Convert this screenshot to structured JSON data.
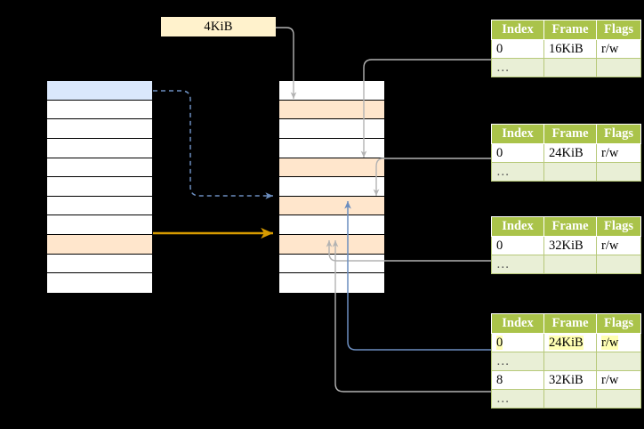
{
  "diagram": {
    "title": "page-table-walk-diagram",
    "colors": {
      "header_green": "#aac34a",
      "row_alt_green": "#e9efd6",
      "highlight_yellow": "#ffffb3",
      "label_cream": "#fff2cc",
      "selected_blue": "#dae8fc",
      "selected_peach": "#ffe6cc",
      "orange_arrow": "#d79b00",
      "blue_arrow": "#6c8ebf",
      "gray_wire": "#b3b3b3"
    }
  },
  "size_label": {
    "text": "4KiB"
  },
  "virtual_memory": {
    "name": "virtual-address-space-column",
    "row_count": 11,
    "rows": [
      {
        "fill": "blue",
        "text": ""
      },
      {
        "fill": "white",
        "text": ""
      },
      {
        "fill": "white",
        "text": ""
      },
      {
        "fill": "white",
        "text": ""
      },
      {
        "fill": "white",
        "text": ""
      },
      {
        "fill": "white",
        "text": ""
      },
      {
        "fill": "white",
        "text": ""
      },
      {
        "fill": "white",
        "text": ""
      },
      {
        "fill": "peach",
        "text": ""
      },
      {
        "fill": "white",
        "text": ""
      },
      {
        "fill": "white",
        "text": ""
      }
    ]
  },
  "physical_memory": {
    "name": "physical-memory-column",
    "row_count": 11,
    "rows": [
      {
        "fill": "white",
        "text": ""
      },
      {
        "fill": "peach",
        "text": ""
      },
      {
        "fill": "white",
        "text": ""
      },
      {
        "fill": "white",
        "text": ""
      },
      {
        "fill": "peach",
        "text": ""
      },
      {
        "fill": "white",
        "text": ""
      },
      {
        "fill": "peach",
        "text": ""
      },
      {
        "fill": "white",
        "text": ""
      },
      {
        "fill": "peach",
        "text": ""
      },
      {
        "fill": "white",
        "text": ""
      },
      {
        "fill": "white",
        "text": ""
      }
    ]
  },
  "page_tables": [
    {
      "name": "page-table-level-1",
      "headers": [
        "Index",
        "Frame",
        "Flags"
      ],
      "rows": [
        {
          "cells": [
            "0",
            "16KiB",
            "r/w"
          ],
          "dots": false,
          "highlight": [
            false,
            false,
            false
          ]
        },
        {
          "cells": [
            "…",
            "",
            ""
          ],
          "dots": true,
          "highlight": [
            false,
            false,
            false
          ]
        }
      ]
    },
    {
      "name": "page-table-level-2",
      "headers": [
        "Index",
        "Frame",
        "Flags"
      ],
      "rows": [
        {
          "cells": [
            "0",
            "24KiB",
            "r/w"
          ],
          "dots": false,
          "highlight": [
            false,
            false,
            false
          ]
        },
        {
          "cells": [
            "…",
            "",
            ""
          ],
          "dots": true,
          "highlight": [
            false,
            false,
            false
          ]
        }
      ]
    },
    {
      "name": "page-table-level-3",
      "headers": [
        "Index",
        "Frame",
        "Flags"
      ],
      "rows": [
        {
          "cells": [
            "0",
            "32KiB",
            "r/w"
          ],
          "dots": false,
          "highlight": [
            false,
            false,
            false
          ]
        },
        {
          "cells": [
            "…",
            "",
            ""
          ],
          "dots": true,
          "highlight": [
            false,
            false,
            false
          ]
        }
      ]
    },
    {
      "name": "page-table-level-4",
      "headers": [
        "Index",
        "Frame",
        "Flags"
      ],
      "rows": [
        {
          "cells": [
            "0",
            "24KiB",
            "r/w"
          ],
          "dots": false,
          "highlight": [
            true,
            true,
            true
          ]
        },
        {
          "cells": [
            "…",
            "",
            ""
          ],
          "dots": true,
          "highlight": [
            false,
            false,
            false
          ]
        },
        {
          "cells": [
            "8",
            "32KiB",
            "r/w"
          ],
          "dots": false,
          "highlight": [
            false,
            false,
            false
          ]
        },
        {
          "cells": [
            "…",
            "",
            ""
          ],
          "dots": true,
          "highlight": [
            false,
            false,
            false
          ]
        }
      ]
    }
  ]
}
